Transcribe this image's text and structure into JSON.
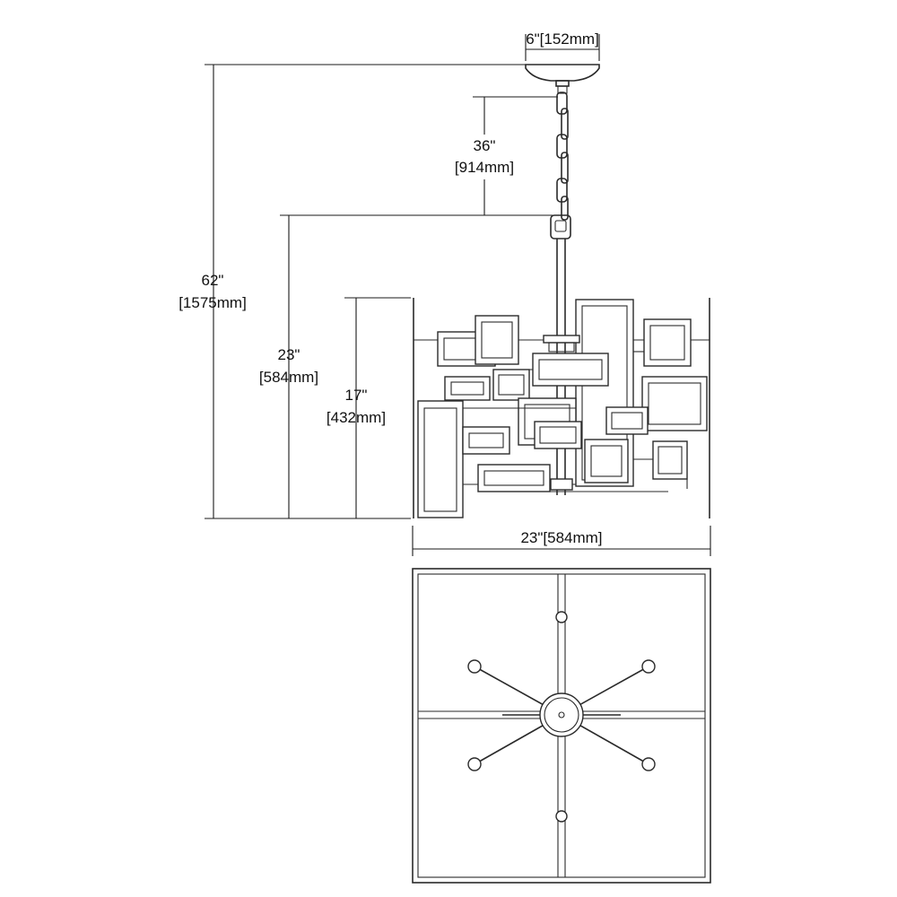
{
  "dimensions": {
    "canopy_width": "6\"[152mm]",
    "chain_length_in": "36\"",
    "chain_length_mm": "[914mm]",
    "overall_height_in": "62\"",
    "overall_height_mm": "[1575mm]",
    "fixture_height_in": "23\"",
    "fixture_height_mm": "[584mm]",
    "shade_height_in": "17\"",
    "shade_height_mm": "[432mm]",
    "fixture_width": "23\"[584mm]"
  },
  "colors": {
    "line": "#2a2a2a",
    "background": "#ffffff"
  }
}
